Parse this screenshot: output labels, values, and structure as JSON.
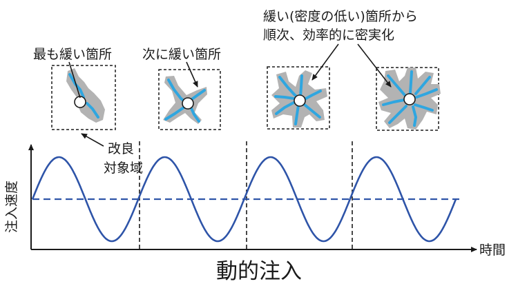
{
  "labels": {
    "annotation_loosest": "最も緩い箇所",
    "annotation_next": "次に緩い箇所",
    "annotation_sequence_line1": "緩い(密度の低い)箇所から",
    "annotation_sequence_line2": "順次、効率的に密実化",
    "target_area_line1": "改良",
    "target_area_line2": "対象域",
    "y_axis": "注入速度",
    "x_axis": "時間",
    "title": "動的注入"
  },
  "colors": {
    "wave": "#2e54a8",
    "vein": "#2fa6e0",
    "halo": "#b3b3b3",
    "ink": "#1a1a1a"
  },
  "icons": {
    "probe": "injection-point-icon"
  }
}
